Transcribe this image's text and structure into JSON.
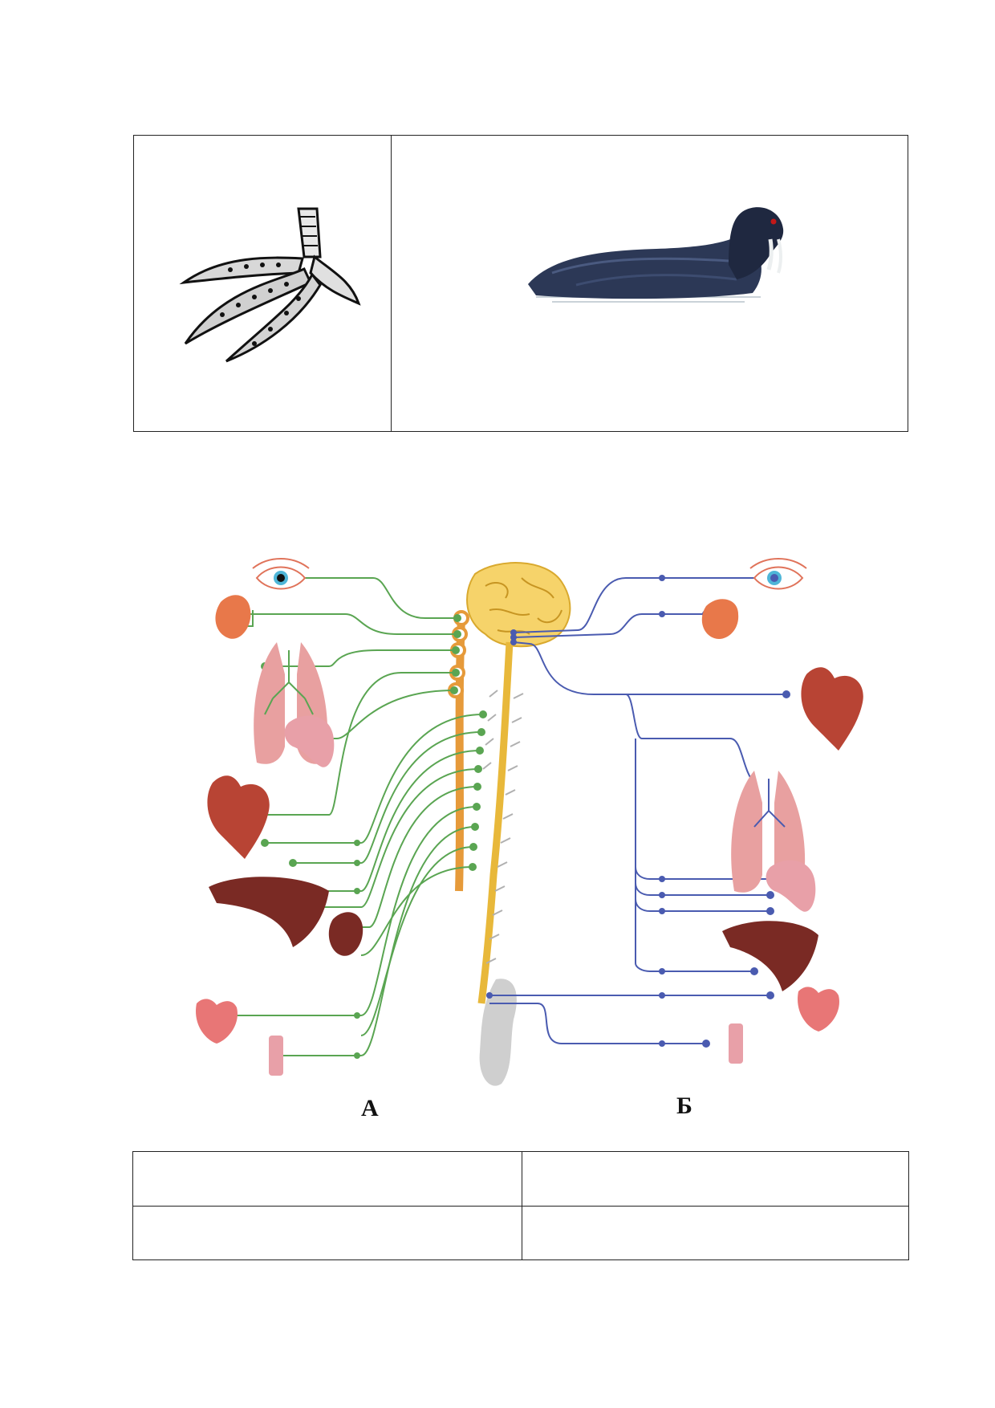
{
  "diagram": {
    "label_a": "А",
    "label_b": "Б"
  },
  "illustrations": {
    "left": "bird-foot-icon",
    "right": "coot-bird-icon",
    "diagram": "autonomic-nervous-system-diagram"
  },
  "colors": {
    "sympathetic": "#5aa552",
    "parasympathetic": "#4a5bb0",
    "ganglion_chain": "#e69a3a",
    "spinal_cord": "#e8b83a",
    "brain": "#f6d36a",
    "heart": "#b84434",
    "lungs": "#e8a0a0",
    "liver": "#7a2a24",
    "bird": "#2c3856"
  },
  "bottom_table": {
    "rows": [
      [
        "",
        ""
      ],
      [
        "",
        ""
      ]
    ]
  }
}
